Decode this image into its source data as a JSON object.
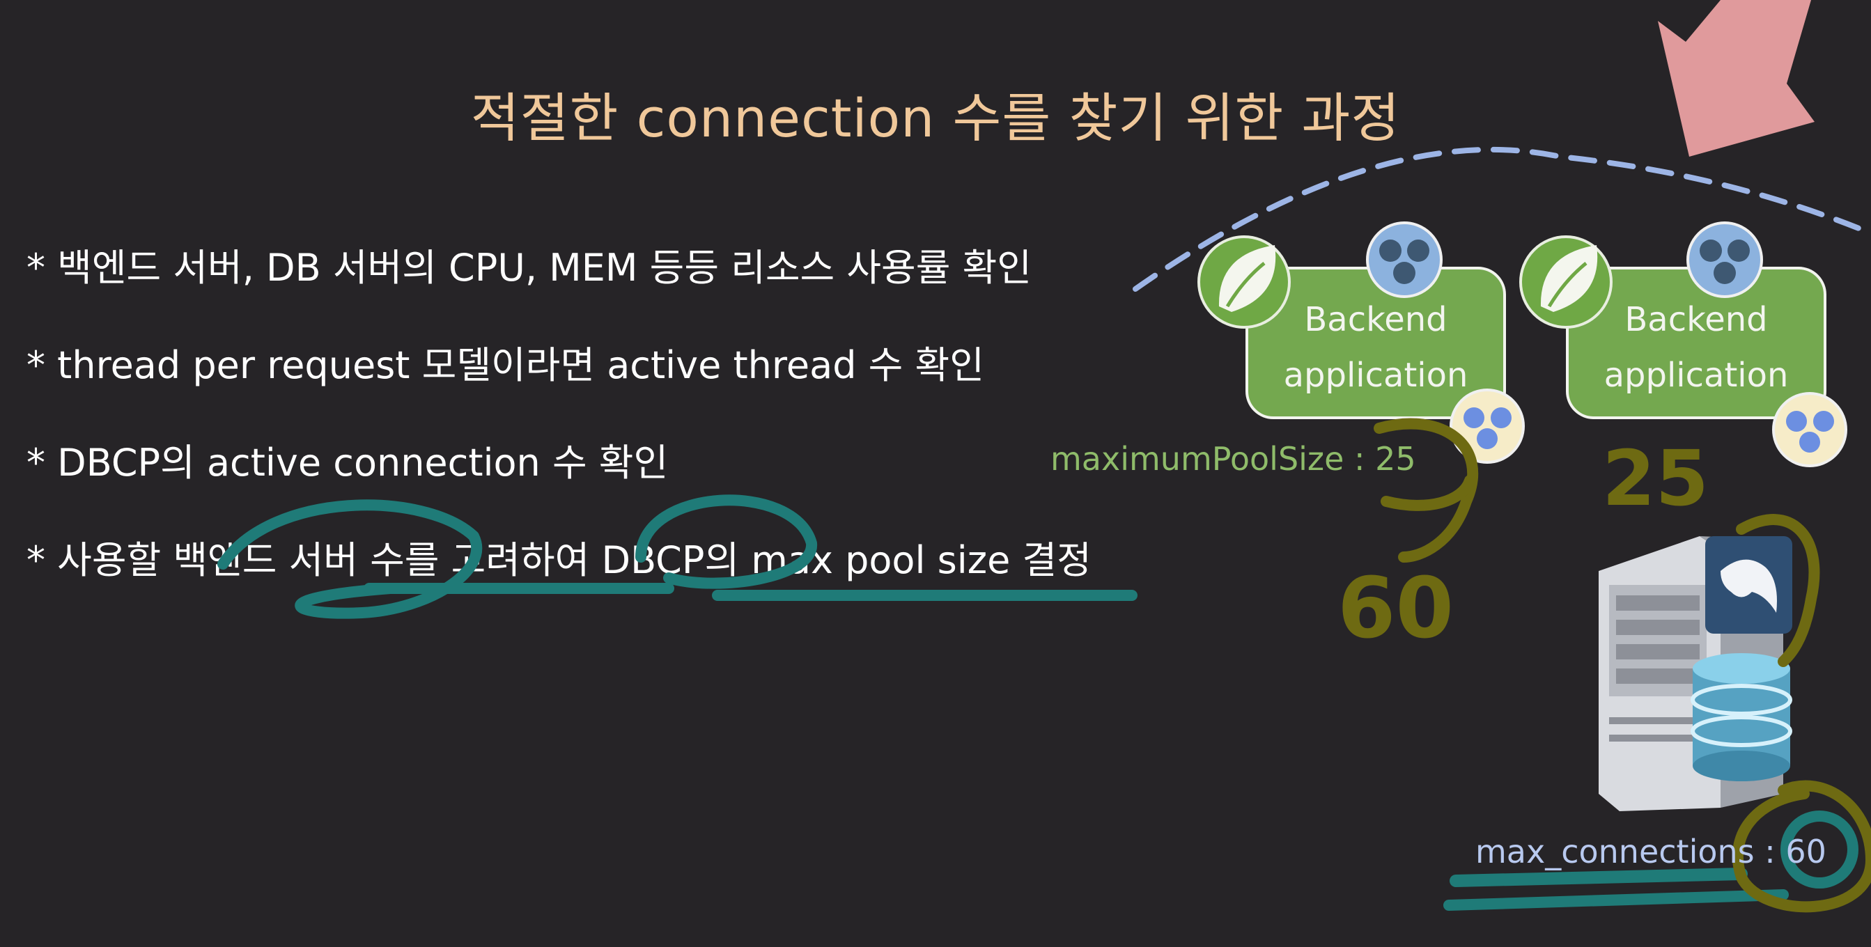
{
  "slide": {
    "title": "적절한 connection 수를 찾기 위한 과정",
    "bullets": [
      "* 백엔드 서버, DB 서버의 CPU, MEM 등등 리소스 사용률 확인",
      "* thread per request 모델이라면 active thread 수 확인",
      "* DBCP의 active connection 수 확인",
      "* 사용할 백엔드 서버 수를 고려하여 DBCP의 max pool size 결정"
    ]
  },
  "diagram": {
    "apps": [
      {
        "label_line1": "Backend",
        "label_line2": "application"
      },
      {
        "label_line1": "Backend",
        "label_line2": "application"
      }
    ],
    "pool_size_label": "maximumPoolSize : 25",
    "max_connections_label": "max_connections : 60",
    "icons": [
      "spring-leaf-icon",
      "connection-pool-icon",
      "server-icon",
      "mysql-dolphin-icon",
      "database-cylinder-icon",
      "arrow-icon"
    ],
    "colors": {
      "background": "#262427",
      "title": "#f0c89a",
      "app_box": "#74a84f",
      "pool_label": "#8fbc6a",
      "max_conn_label": "#b8c9ef",
      "dashed_arc": "#9db5e6",
      "annotation_arrow": "#e09a9c",
      "ink_teal": "#1f7b78",
      "ink_olive": "#6e6a12"
    }
  },
  "annotations": {
    "handwritten": [
      "60",
      "25"
    ]
  }
}
